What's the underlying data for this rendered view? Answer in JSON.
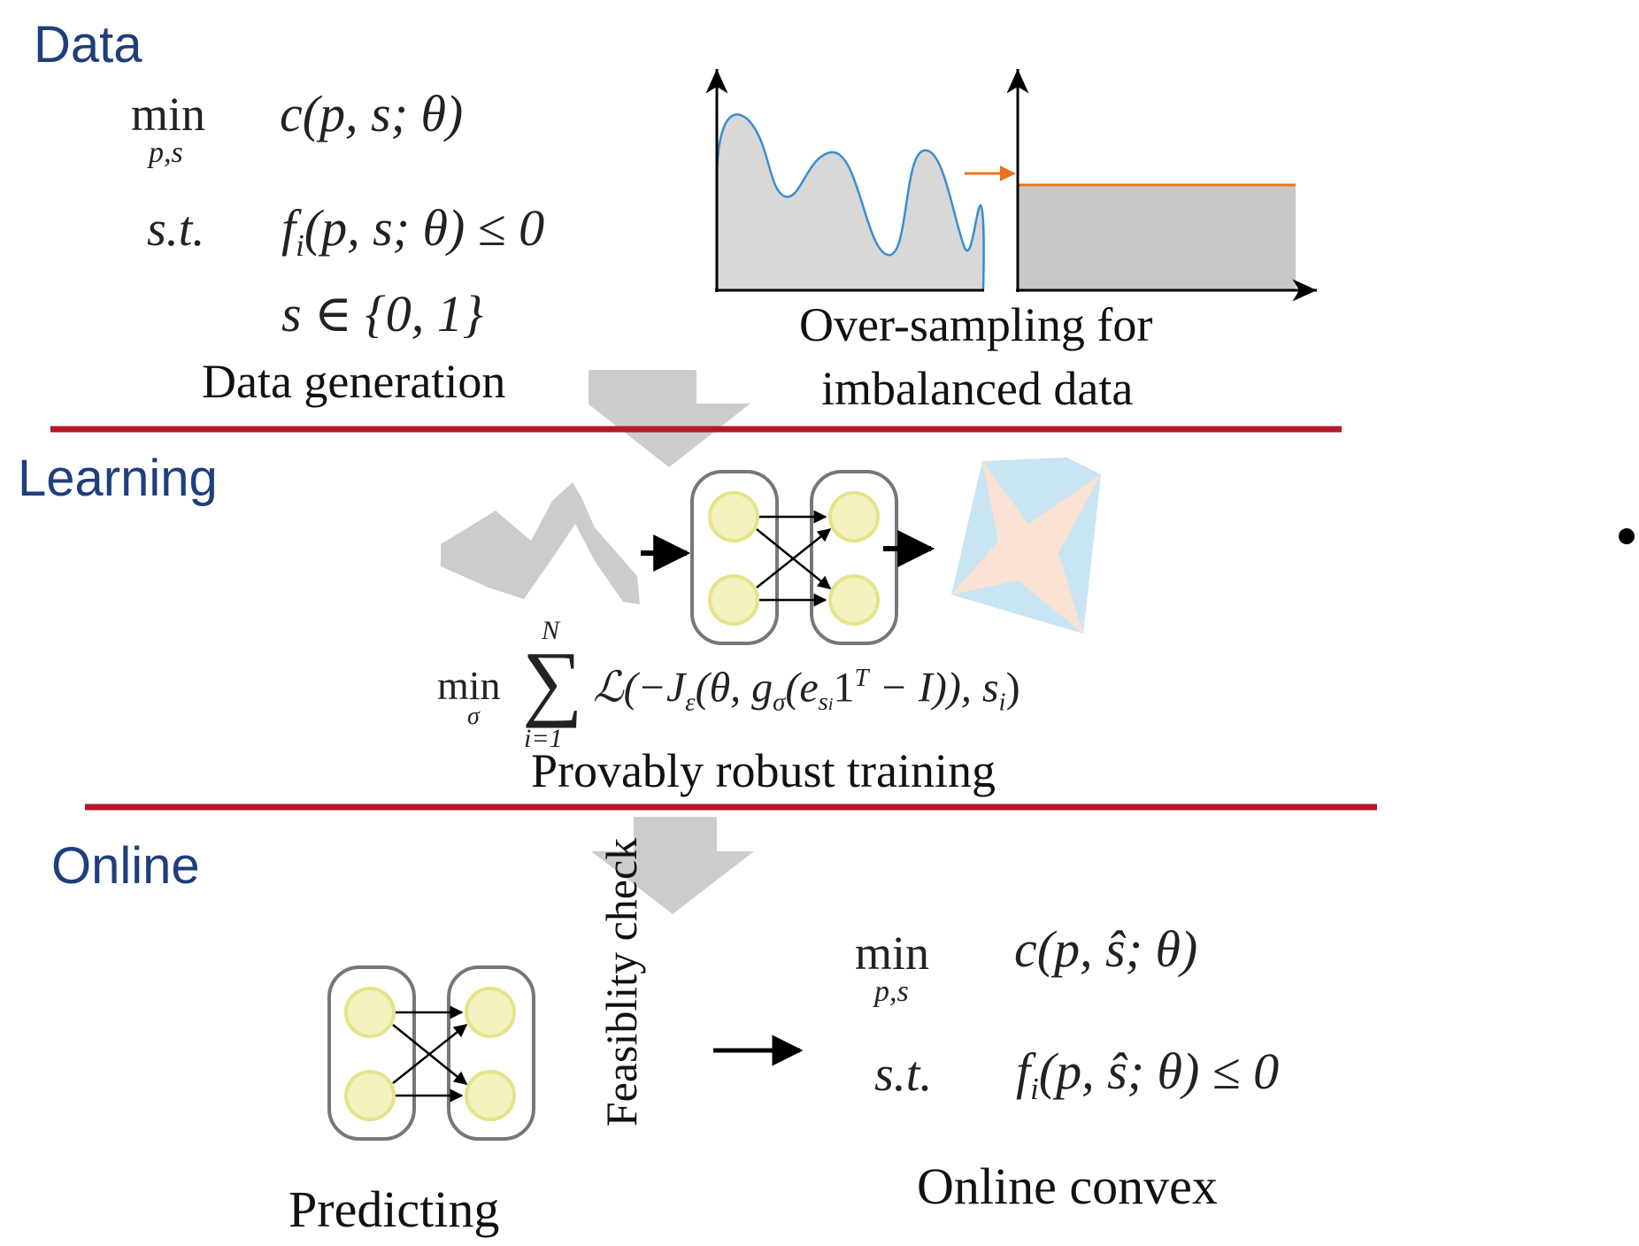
{
  "sections": {
    "data": "Data",
    "learning": "Learning",
    "online": "Online"
  },
  "data_problem": {
    "min": "min",
    "min_under": "p,s",
    "objective": "c(p, s; θ)",
    "st": "s.t.",
    "constraint_f": "f",
    "constraint_i": "i",
    "constraint_rest": "(p, s; θ) ≤ 0",
    "binary": "s ∈ {0, 1}"
  },
  "captions": {
    "data_generation": "Data generation",
    "oversampling_line1": "Over-sampling for",
    "oversampling_line2": "imbalanced data",
    "robust_training": "Provably robust training",
    "predicting": "Predicting",
    "feasibility_check": "Feasiblity check",
    "online_convex": "Online convex"
  },
  "learning_formula": {
    "min": "min",
    "min_under": "σ",
    "sum": "∑",
    "sum_top": "N",
    "sum_bottom": "i=1",
    "body_pre": "ℒ(−J",
    "eps": "ε",
    "body_mid": "(θ, g",
    "sigma": "σ",
    "body_e": "(e",
    "s_sub": "s",
    "i_sub": "i",
    "one": "1",
    "T": "T",
    "body_end": " − I)), s",
    "last_sub": "i",
    "close": ")"
  },
  "online_problem": {
    "min": "min",
    "min_under": "p,s",
    "objective": "c(p, ŝ; θ)",
    "st": "s.t.",
    "constraint_f": "f",
    "constraint_i": "i",
    "constraint_rest": "(p, ŝ; θ) ≤ 0"
  },
  "colors": {
    "section_title": "#1f3e7c",
    "divider": "#b5182a",
    "big_arrow": "#cccccc",
    "neuron_fill": "#f3f3c0",
    "neuron_stroke": "#e4e48a",
    "curve": "#3a8dd0",
    "balanced_line": "#e8741f",
    "area_fill": "#d8d8d8",
    "polytope_blue": "#c9e4f2",
    "polytope_peach": "#fae3d4"
  }
}
